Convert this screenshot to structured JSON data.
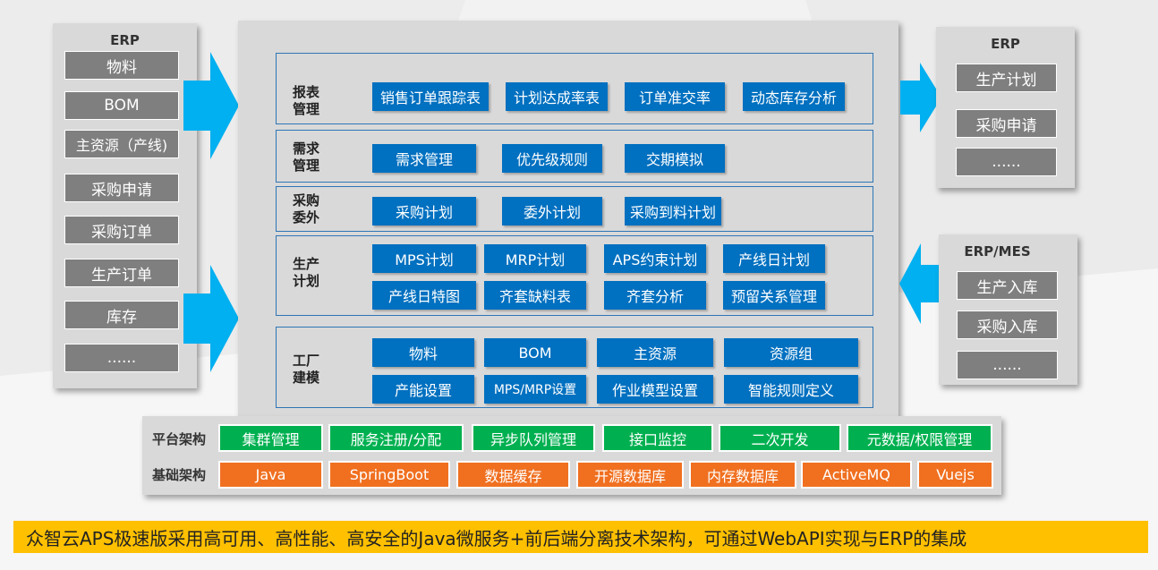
{
  "colors": {
    "panel": "#d9d9d9",
    "gray_box": "#7f7f7f",
    "blue_box": "#0070c0",
    "section_border": "#2e75b6",
    "arrow": "#00b0f0",
    "green_box": "#00b050",
    "orange_box": "#f07020",
    "banner": "#ffc000"
  },
  "left_erp": {
    "title": "ERP",
    "items": [
      "物料",
      "BOM",
      "主资源（产线)",
      "采购申请",
      "采购订单",
      "生产订单",
      "库存",
      "......"
    ]
  },
  "right_top": {
    "title": "ERP",
    "items": [
      "生产计划",
      "采购申请",
      "......"
    ]
  },
  "right_bottom": {
    "title": "ERP/MES",
    "items": [
      "生产入库",
      "采购入库",
      "......"
    ]
  },
  "sections": [
    {
      "label": "报表\n管理",
      "rows": [
        [
          "销售订单跟踪表",
          "计划达成率表",
          "订单准交率",
          "动态库存分析"
        ]
      ]
    },
    {
      "label": "需求\n管理",
      "rows": [
        [
          "需求管理",
          "优先级规则",
          "交期模拟"
        ]
      ]
    },
    {
      "label": "采购\n委外",
      "rows": [
        [
          "采购计划",
          "委外计划",
          "采购到料计划"
        ]
      ]
    },
    {
      "label": "生产\n计划",
      "rows": [
        [
          "MPS计划",
          "MRP计划",
          "APS约束计划",
          "产线日计划"
        ],
        [
          "产线日特图",
          "齐套缺料表",
          "齐套分析",
          "预留关系管理"
        ]
      ]
    },
    {
      "label": "工厂\n建模",
      "rows": [
        [
          "物料",
          "BOM",
          "主资源",
          "资源组"
        ],
        [
          "产能设置",
          "MPS/MRP设置",
          "作业模型设置",
          "智能规则定义"
        ]
      ]
    }
  ],
  "platform": {
    "label": "平台架构",
    "items": [
      "集群管理",
      "服务注册/分配",
      "异步队列管理",
      "接口监控",
      "二次开发",
      "元数据/权限管理"
    ]
  },
  "foundation": {
    "label": "基础架构",
    "items": [
      "Java",
      "SpringBoot",
      "数据缓存",
      "开源数据库",
      "内存数据库",
      "ActiveMQ",
      "Vuejs"
    ]
  },
  "banner": "众智云APS极速版采用高可用、高性能、高安全的Java微服务+前后端分离技术架构，可通过WebAPI实现与ERP的集成"
}
